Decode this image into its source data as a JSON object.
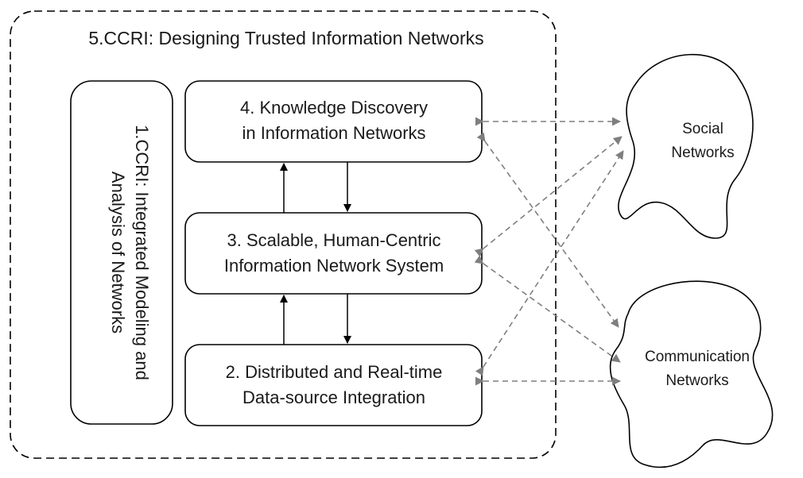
{
  "outer": {
    "title": "5.CCRI: Designing Trusted Information Networks"
  },
  "side_box": {
    "line1": "1.CCRI: Integrated Modeling and",
    "line2": "Analysis of Networks"
  },
  "box4": {
    "line1": "4. Knowledge Discovery",
    "line2": "in Information Networks"
  },
  "box3": {
    "line1": "3. Scalable, Human-Centric",
    "line2": "Information Network System"
  },
  "box2": {
    "line1": "2. Distributed and Real-time",
    "line2": "Data-source Integration"
  },
  "social_cloud": {
    "line1": "Social",
    "line2": "Networks"
  },
  "comm_cloud": {
    "line1": "Communication",
    "line2": "Networks"
  },
  "colors": {
    "stroke": "#000000",
    "dashed_arrow": "#7f7f7f",
    "text": "#1a1a1a"
  }
}
